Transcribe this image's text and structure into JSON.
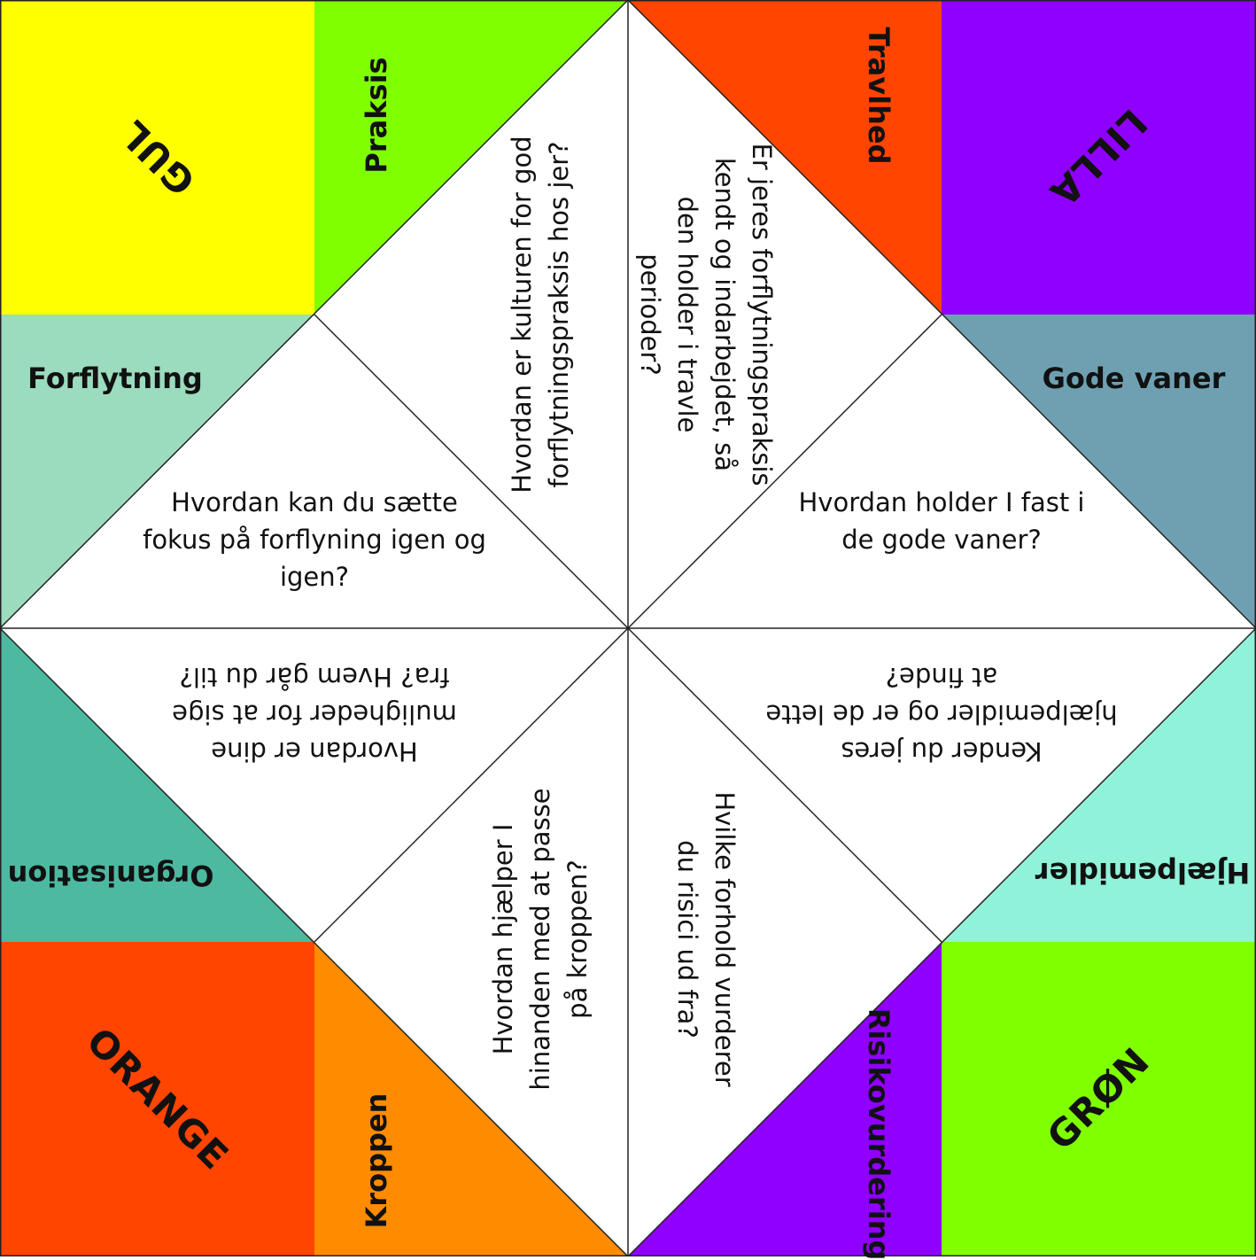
{
  "colors": {
    "yellow": "#FFFF00",
    "lime": "#80FF00",
    "red_orange": "#FF4500",
    "purple": "#9000FF",
    "mint": "#9BDBBE",
    "slate_blue": "#6FA0B2",
    "teal": "#4DB9A1",
    "aqua": "#8FF2D9",
    "orange": "#FF8C00",
    "outline": "#222222"
  },
  "corners": {
    "gul": "GUL",
    "lilla": "LILLA",
    "orange": "ORANGE",
    "gron": "GRØN"
  },
  "topics": {
    "praksis": "Praksis",
    "travlhed": "Travlhed",
    "forflytning": "Forflytning",
    "gode_vaner": "Gode vaner",
    "organisation": "Organisation",
    "hjaelpemidler": "Hjælpemidler",
    "kroppen": "Kroppen",
    "risikovurdering": "Risikovurdering"
  },
  "questions": {
    "kulturen": "Hvordan er kulturen for god forflytningspraksis hos jer?",
    "travle": "Er jeres forflytningspraksis kendt og indarbejdet, så den holder i travle perioder?",
    "fokus": "Hvordan kan du sætte fokus på forflyning igen og igen?",
    "vaner": "Hvordan holder I fast i de gode vaner?",
    "muligheder": "Hvordan er dine muligheder for at sige fra? Hvem går du til?",
    "hjaelpemidler": "Kender du jeres hjælpemidler og er de lette at finde?",
    "hinanden": "Hvordan hjælper I hinanden med at passe på kroppen?",
    "risici": "Hvilke forhold vurderer du risici ud fra?"
  }
}
